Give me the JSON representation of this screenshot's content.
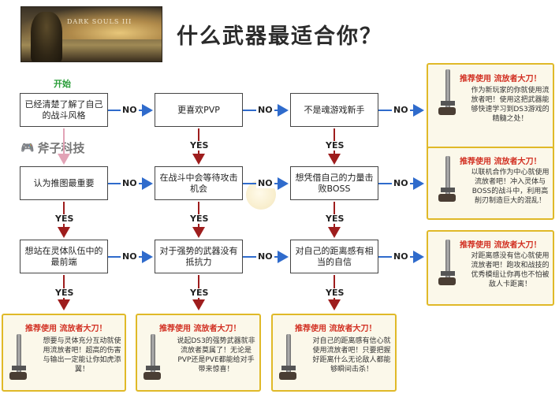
{
  "title": "什么武器最适合你？",
  "start_label": "开始",
  "banner": {
    "logo_text": "DARK SOULS III"
  },
  "watermark": {
    "text": "斧子科技",
    "icon": "gamepad-icon"
  },
  "edge_labels": {
    "no": "NO",
    "yes": "YES"
  },
  "decisions": [
    {
      "id": "d1",
      "text": "已经清楚了解了自己的战斗风格"
    },
    {
      "id": "d2",
      "text": "更喜欢PVP"
    },
    {
      "id": "d3",
      "text": "不是魂游戏新手"
    },
    {
      "id": "d4",
      "text": "认为推图最重要"
    },
    {
      "id": "d5",
      "text": "在战斗中会等待攻击机会"
    },
    {
      "id": "d6",
      "text": "想凭借自己的力量击败BOSS"
    },
    {
      "id": "d7",
      "text": "想站在灵体队伍中的最前端"
    },
    {
      "id": "d8",
      "text": "对于强势的武器没有抵抗力"
    },
    {
      "id": "d9",
      "text": "对自己的距离感有相当的自信"
    }
  ],
  "recommendations": [
    {
      "id": "r1",
      "title": "推荐使用 流放者大刀！",
      "body": "作为新玩家的你就使用流放者吧！使用这把武器能够快速学习到DS3游戏的精髓之处！"
    },
    {
      "id": "r2",
      "title": "推荐使用 流放者大刀！",
      "body": "以联机合作为中心就使用流放者吧！冲入灵体与BOSS的战斗中，利用高削刃制造巨大的混乱！"
    },
    {
      "id": "r3",
      "title": "推荐使用 流放者大刀！",
      "body": "对距离感没有信心就使用流放者吧！跑攻和战技的优秀模组让你再也不怕被敌人卡距离！"
    },
    {
      "id": "r4",
      "title": "推荐使用 流放者大刀！",
      "body": "想要与灵体充分互动就使用流放者吧！超高的伤害与输出一定能让你如虎添翼！"
    },
    {
      "id": "r5",
      "title": "推荐使用 流放者大刀！",
      "body": "说起DS3的强势武器就非流放者莫属了！无论是PVP还是PVE都能给对手带来惊喜！"
    },
    {
      "id": "r6",
      "title": "推荐使用 流放者大刀！",
      "body": "对自己的距离感有信心就使用流放者吧！只要把握好距离什么无论敌人都能够瞬间击杀！"
    }
  ]
}
